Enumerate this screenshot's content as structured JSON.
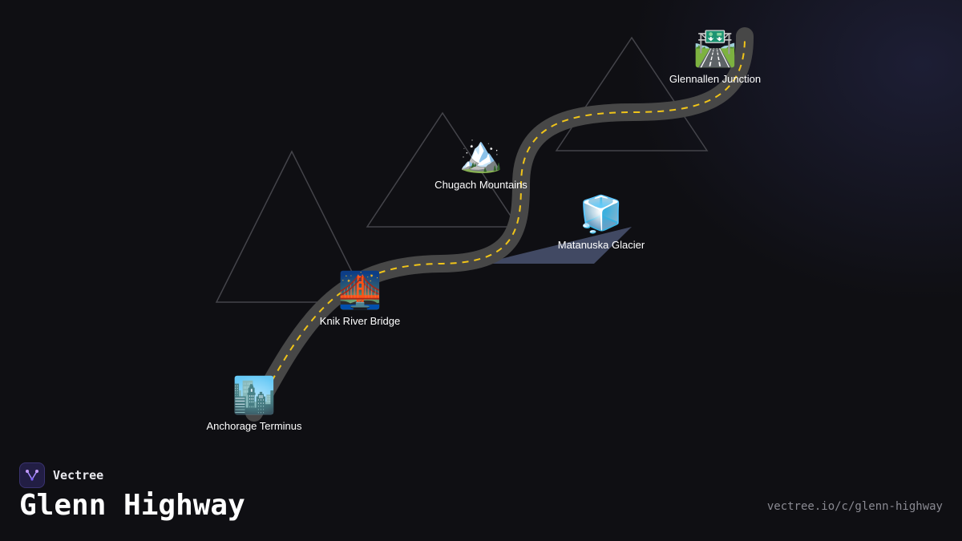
{
  "brand": {
    "name": "Vectree",
    "icon": "vectree-logo-icon"
  },
  "title": "Glenn Highway",
  "url": "vectree.io/c/glenn-highway",
  "colors": {
    "road": "#474747",
    "center_line": "#f0c419",
    "mountain_outline": "#44444a",
    "glacier": "#4a5372",
    "accent": "#7a5cff"
  },
  "stops": [
    {
      "label": "Anchorage Terminus",
      "emoji": "🏙️"
    },
    {
      "label": "Knik River Bridge",
      "emoji": "🌉"
    },
    {
      "label": "Matanuska Glacier",
      "emoji": "🧊"
    },
    {
      "label": "Chugach Mountains",
      "emoji": "🏔️"
    },
    {
      "label": "Glennallen Junction",
      "emoji": "🛣️"
    }
  ]
}
